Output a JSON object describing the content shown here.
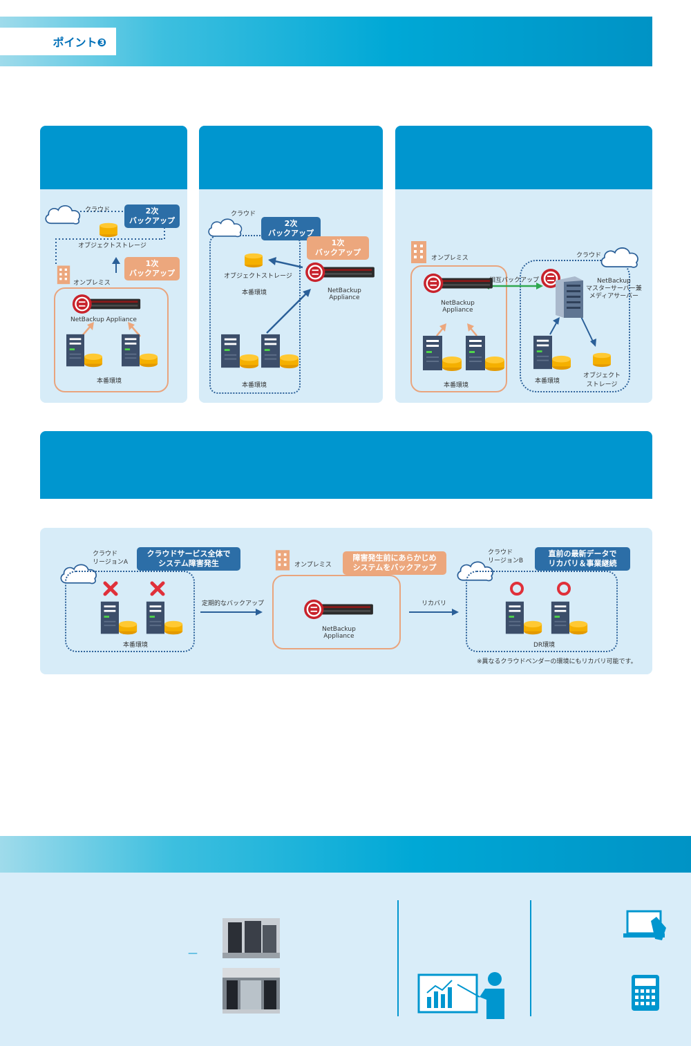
{
  "header": {
    "point_label": "ポイント❸"
  },
  "panel1": {
    "cloud": "クラウド",
    "object_storage": "オブジェクトストレージ",
    "onprem": "オンプレミス",
    "appliance": "NetBackup Appliance",
    "prod": "本番環境",
    "bubble2": [
      "2次",
      "バックアップ"
    ],
    "bubble1": [
      "1次",
      "バックアップ"
    ]
  },
  "panel2": {
    "cloud": "クラウド",
    "object_storage": "オブジェクトストレージ",
    "prod_label": "本番環境",
    "prod": "本番環境",
    "appliance": [
      "NetBackup",
      "Appliance"
    ],
    "bubble2": [
      "2次",
      "バックアップ"
    ],
    "bubble1": [
      "1次",
      "バックアップ"
    ]
  },
  "panel3": {
    "onprem": "オンプレミス",
    "cloud": "クラウド",
    "mutual": "相互バックアップ",
    "appliance": [
      "NetBackup",
      "Appliance"
    ],
    "master": [
      "NetBackup",
      "マスターサーバー兼",
      "メディアサーバー"
    ],
    "prod_left": "本番環境",
    "prod_right": "本番環境",
    "object_storage": [
      "オブジェクト",
      "ストレージ"
    ]
  },
  "panel4": {
    "cloudA": [
      "クラウド",
      "リージョンA"
    ],
    "bubbleA": [
      "クラウドサービス全体で",
      "システム障害発生"
    ],
    "prodA": "本番環境",
    "periodic": "定期的なバックアップ",
    "onprem": "オンプレミス",
    "bubbleOn": [
      "障害発生前にあらかじめ",
      "システムをバックアップ"
    ],
    "appliance": [
      "NetBackup",
      "Appliance"
    ],
    "recovery": "リカバリ",
    "cloudB": [
      "クラウド",
      "リージョンB"
    ],
    "bubbleB": [
      "直前の最新データで",
      "リカバリ＆事業継続"
    ],
    "dr": "DR環境",
    "note": "※異なるクラウドベンダーの環境にもリカバリ可能です。"
  },
  "footer": {
    "dash": "—"
  }
}
